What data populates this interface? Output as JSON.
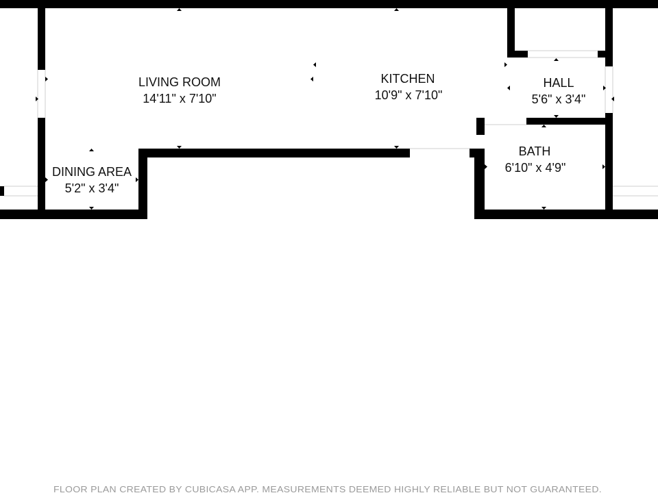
{
  "rooms": {
    "living_room": {
      "name": "LIVING ROOM",
      "size": "14'11\" x 7'10\""
    },
    "kitchen": {
      "name": "KITCHEN",
      "size": "10'9\" x 7'10\""
    },
    "hall": {
      "name": "HALL",
      "size": "5'6\" x 3'4\""
    },
    "bath": {
      "name": "BATH",
      "size": "6'10\" x 4'9\""
    },
    "dining_area": {
      "name": "DINING AREA",
      "size": "5'2\" x 3'4\""
    }
  },
  "footer": {
    "note": "FLOOR PLAN CREATED BY CUBICASA APP. MEASUREMENTS DEEMED HIGHLY RELIABLE BUT NOT GUARANTEED."
  },
  "colors": {
    "wall": "#000000",
    "background": "#ffffff",
    "label": "#111111",
    "footer_text": "#9a9a9a",
    "opening_line": "#cfcfcf"
  }
}
